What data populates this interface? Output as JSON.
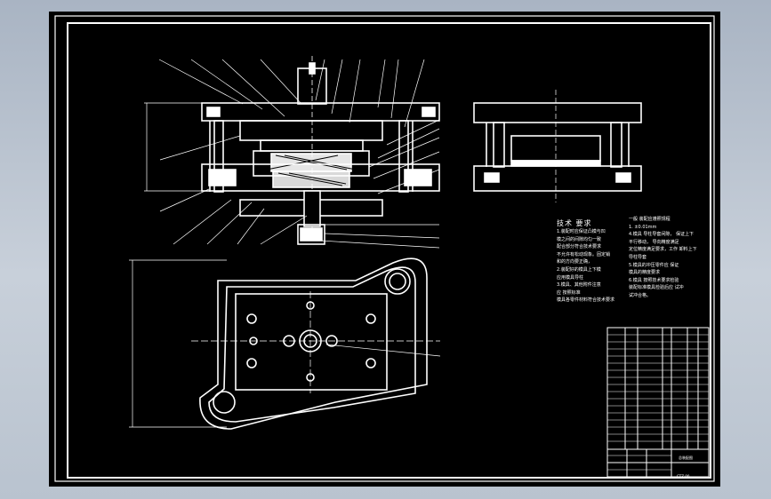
{
  "drawing": {
    "background_color": "#000000",
    "line_color": "#ffffff",
    "tech_requirements": {
      "title": "技术 要求",
      "left_lines": [
        "1.装配时应保证凸模与凹",
        "模之间的间隙均匀一致",
        "配合部分符合技术要求",
        "不允许有松动现象。固定销",
        "和的方向要正确，",
        "2.装配好的模具上下模",
        "应用模具导柱",
        "3.模具、其他附件注意",
        "应  按照标准",
        "模具各零件材料符合技术要求"
      ],
      "right_lines": [
        "一般 装配应遵照规程",
        "1.  ±0.01mm",
        "4.模具  导柱导套间隙，  保证上下",
        "平行移动，  导向精度满足",
        "定位精度满足要求，工作  卸料上下",
        "导柱导套",
        "5.模具的冲压零件应  保证",
        "模具的精度要求",
        "6.模具  按照技术要求检验",
        "装配标准模具检验后应  试冲",
        "试冲合格。"
      ]
    },
    "title_block": {
      "drawing_name": "总装配图",
      "drawing_code": "CTZ-00"
    }
  }
}
